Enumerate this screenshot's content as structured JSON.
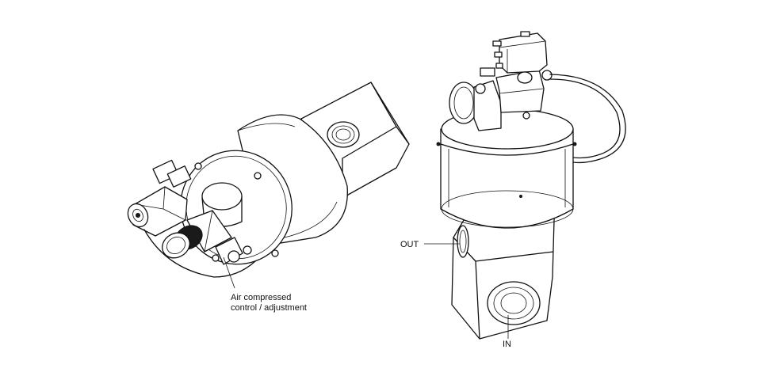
{
  "labels": {
    "air_line1": "Air compressed",
    "air_line2": "control / adjustment",
    "out": "OUT",
    "in": "IN"
  }
}
